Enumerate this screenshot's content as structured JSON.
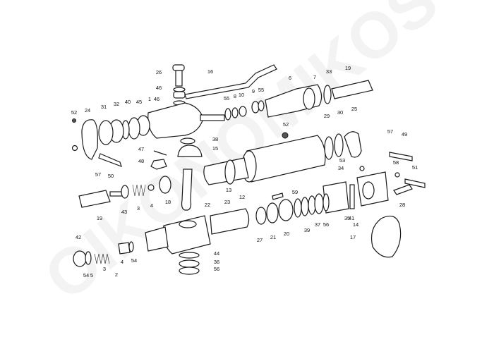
{
  "watermark": "OIKONOMIKOS",
  "callouts": [
    "26",
    "16",
    "46",
    "46",
    "1",
    "45",
    "40",
    "32",
    "31",
    "24",
    "52",
    "55",
    "8",
    "10",
    "9",
    "55",
    "6",
    "7",
    "33",
    "19",
    "52",
    "38",
    "15",
    "47",
    "48",
    "57",
    "50",
    "29",
    "30",
    "25",
    "57",
    "49",
    "53",
    "34",
    "58",
    "51",
    "28",
    "13",
    "12",
    "23",
    "59",
    "35",
    "41",
    "14",
    "19",
    "43",
    "3",
    "4",
    "18",
    "22",
    "27",
    "21",
    "20",
    "39",
    "37",
    "56",
    "17",
    "42",
    "3",
    "4",
    "54",
    "54",
    "5",
    "2",
    "44",
    "36",
    "56"
  ]
}
